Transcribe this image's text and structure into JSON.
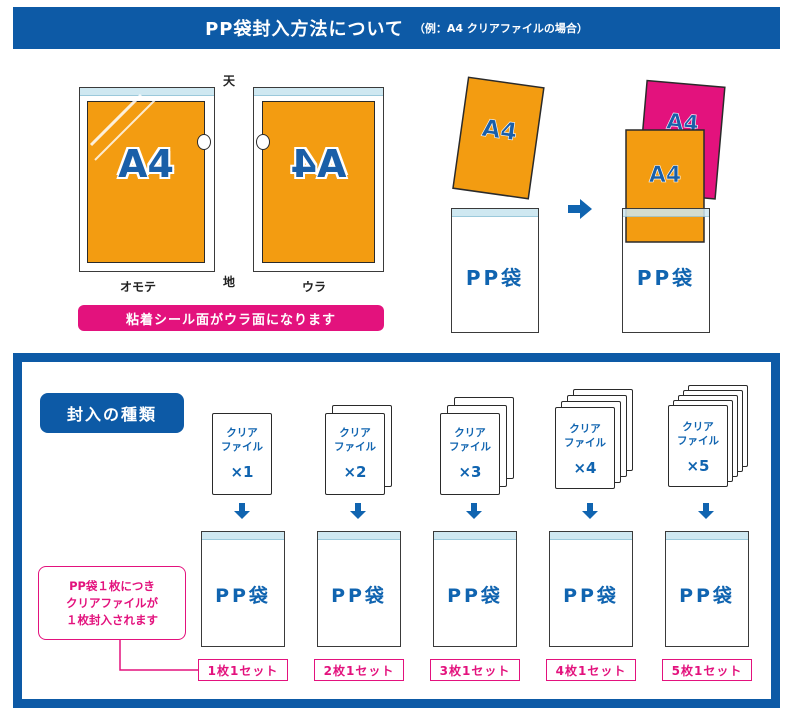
{
  "header": {
    "title": "PP袋封入方法について",
    "subtitle": "（例：A4 クリアファイルの場合）"
  },
  "top": {
    "folder_label": "A4",
    "top_mark": "天",
    "bottom_mark": "地",
    "front_label": "オモテ",
    "back_label": "ウラ",
    "seal_note": "粘着シール面がウラ面になります",
    "bag_label": "PP袋"
  },
  "bottom": {
    "badge": "封入の種類",
    "clip_line1": "クリア",
    "clip_line2": "ファイル",
    "items": [
      {
        "count": "×1",
        "set": "1枚1セット"
      },
      {
        "count": "×2",
        "set": "2枚1セット"
      },
      {
        "count": "×3",
        "set": "3枚1セット"
      },
      {
        "count": "×4",
        "set": "4枚1セット"
      },
      {
        "count": "×5",
        "set": "5枚1セット"
      }
    ],
    "note_line1": "PP袋１枚につき",
    "note_line2": "クリアファイルが",
    "note_line3": "１枚封入されます"
  },
  "colors": {
    "brand_blue": "#0d5aa6",
    "accent_pink": "#e3127d",
    "folder_orange": "#f39c11"
  }
}
